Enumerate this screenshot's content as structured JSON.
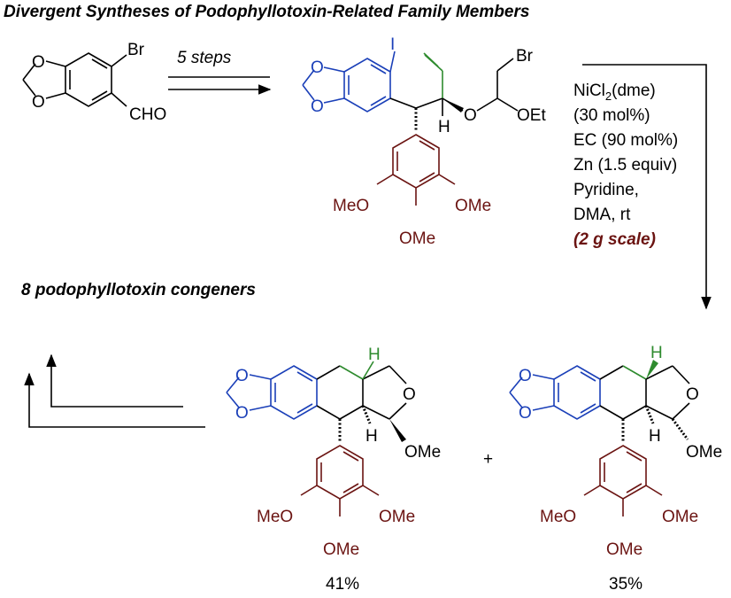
{
  "title": "Divergent Syntheses of Podophyllotoxin-Related Family Members",
  "colors": {
    "black": "#000000",
    "blue": "#1a3fb8",
    "maroon": "#6b1412",
    "green": "#2e8b2e"
  },
  "step1": {
    "label": "5 steps"
  },
  "start_material": {
    "br": "Br",
    "cho": "CHO",
    "o1": "O",
    "o2": "O"
  },
  "intermediate": {
    "i": "I",
    "br": "Br",
    "o_ring1": "O",
    "o_ring2": "O",
    "o_ether": "O",
    "oet": "OEt",
    "h": "H",
    "meo_left": "MeO",
    "ome_right": "OMe",
    "ome_bottom": "OMe"
  },
  "conditions": {
    "line1_main": "NiCl",
    "line1_sub": "2",
    "line1_rest": "(dme)",
    "line2": "(30 mol%)",
    "line3": "EC (90 mol%)",
    "line4": "Zn (1.5 equiv)",
    "line5": "Pyridine,",
    "line6": "DMA, rt",
    "scale": "(2 g scale)"
  },
  "congeners": {
    "label": "8 podophyllotoxin congeners"
  },
  "product1": {
    "h_top": "H",
    "h_mid": "H",
    "o_ring": "O",
    "ome": "OMe",
    "o1": "O",
    "o2": "O",
    "meo_left": "MeO",
    "ome_right": "OMe",
    "ome_bottom": "OMe",
    "yield": "41%"
  },
  "product2": {
    "h_top": "H",
    "h_mid": "H",
    "o_ring": "O",
    "ome": "OMe",
    "o1": "O",
    "o2": "O",
    "meo_left": "MeO",
    "ome_right": "OMe",
    "ome_bottom": "OMe",
    "yield": "35%"
  },
  "plus": "+"
}
